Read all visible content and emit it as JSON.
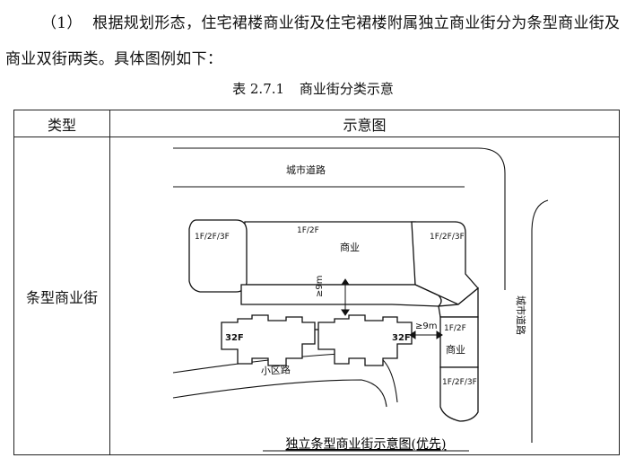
{
  "paragraph": {
    "marker": "（1）",
    "text": "根据规划形态，住宅裙楼商业街及住宅裙楼附属独立商业街分为条型商业街及商业双街两类。具体图例如下："
  },
  "caption": {
    "number": "表 2.7.1",
    "title": "商业街分类示意"
  },
  "table": {
    "headers": [
      "类型",
      "示意图"
    ],
    "rows": [
      {
        "type": "条型商业街",
        "diagram": {
          "road_top": "城市道路",
          "road_right": "城市道路",
          "road_bottom": "小区路",
          "left_corner": "1F/2F/3F",
          "top_middle": "1F/2F",
          "top_middle_use": "商业",
          "right_corner": "1F/2F/3F",
          "right_middle": "1F/2F",
          "right_middle_use": "商业",
          "right_bottom": "1F/2F/3F",
          "tower_left": "32F",
          "tower_right": "32F",
          "setback_vertical": "≥9m",
          "setback_horizontal": "≥9m",
          "diagram_caption": "独立条型商业街示意图(优先)"
        }
      }
    ]
  },
  "colors": {
    "line": "#111111",
    "fill": "#ffffff"
  }
}
